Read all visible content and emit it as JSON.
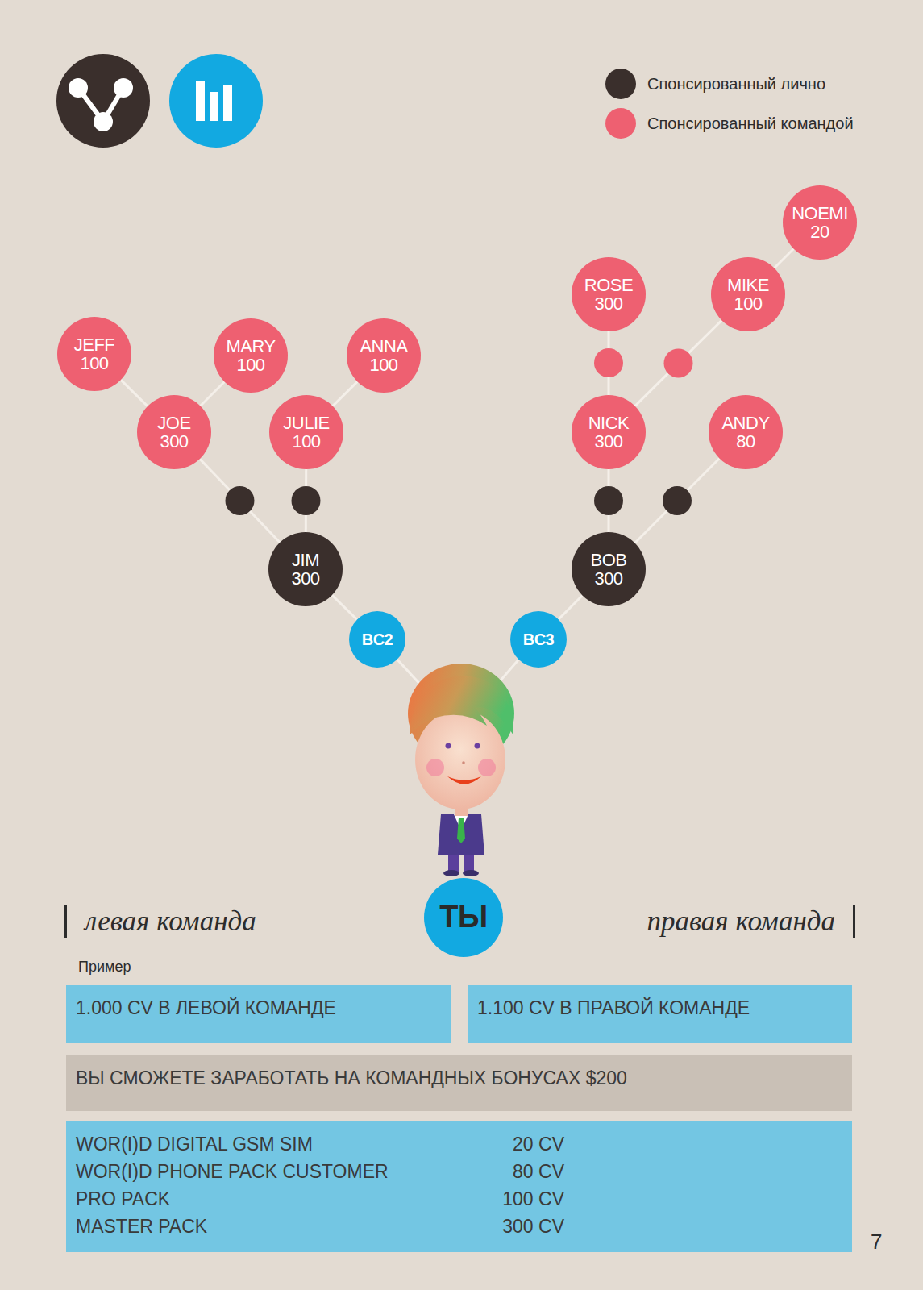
{
  "diagram": {
    "nodes": [
      {
        "text": [
          "NOEMI",
          "20"
        ]
      },
      {
        "text": [
          "ROSE",
          "300"
        ]
      },
      {
        "text": [
          "MIKE",
          "100"
        ]
      },
      {
        "text": [
          "JEFF",
          "100"
        ]
      },
      {
        "text": [
          "MARY",
          "100"
        ]
      },
      {
        "text": [
          "ANNA",
          "100"
        ]
      },
      {
        "text": [
          "JOE",
          "300"
        ]
      },
      {
        "text": [
          "JULIE",
          "100"
        ]
      },
      {
        "text": [
          "NICK",
          "300"
        ]
      },
      {
        "text": [
          "ANDY",
          "80"
        ]
      },
      {
        "text": [
          "JIM",
          "300"
        ]
      },
      {
        "text": [
          "BOB",
          "300"
        ]
      },
      {
        "text": [
          "BC2"
        ]
      },
      {
        "text": [
          "BC3"
        ]
      },
      {
        "text": [
          "ТЫ"
        ]
      },
      {
        "text": [
          "1.000 CV В ЛЕВОЙ КОМАНДЕ"
        ]
      },
      {
        "text": [
          "1.100 CV В ПРАВОЙ КОМАНДЕ"
        ]
      },
      {
        "text": [
          "ВЫ СМОЖЕТЕ ЗАРАБОТАТЬ НА КОМАНДНЫХ БОНУСАХ $200"
        ]
      },
      {
        "text": [
          "WOR(I)D DIGITAL GSM SIM",
          "20 CV",
          "WOR(I)D PHONE PACK CUSTOMER",
          "80 CV",
          "PRO PACK",
          "100 CV",
          "MASTER PACK",
          "300 CV"
        ]
      }
    ],
    "edges": [
      {
        "from": 12,
        "to": 10,
        "arrow": "none"
      },
      {
        "from": 10,
        "to": 6,
        "arrow": "none"
      },
      {
        "from": 10,
        "to": 7,
        "arrow": "none"
      },
      {
        "from": 6,
        "to": 3,
        "arrow": "none"
      },
      {
        "from": 6,
        "to": 4,
        "arrow": "none"
      },
      {
        "from": 7,
        "to": 5,
        "arrow": "none"
      },
      {
        "from": 13,
        "to": 11,
        "arrow": "none"
      },
      {
        "from": 11,
        "to": 8,
        "arrow": "none"
      },
      {
        "from": 11,
        "to": 9,
        "arrow": "none"
      },
      {
        "from": 8,
        "to": 1,
        "arrow": "none"
      },
      {
        "from": 8,
        "to": 2,
        "arrow": "none"
      },
      {
        "from": 2,
        "to": 0,
        "arrow": "none"
      }
    ],
    "labels": [
      "левая команда",
      "правая команда",
      "Пример",
      "7"
    ],
    "legend": [
      {
        "text": "Спонсированный лично",
        "color": "#3a2f2c"
      },
      {
        "text": "Спонсированный командой",
        "color": "#ee6071"
      }
    ]
  }
}
